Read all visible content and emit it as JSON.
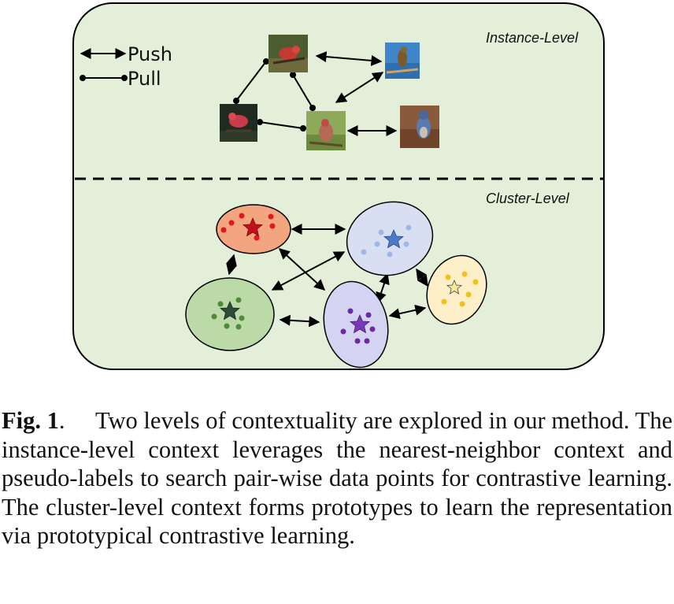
{
  "diagram": {
    "levels": {
      "instance": "Instance-Level",
      "cluster": "Cluster-Level"
    },
    "legend": {
      "push": "Push",
      "pull": "Pull"
    },
    "colors": {
      "panel_fill": "#e3efd8",
      "red_cluster": "#f2a57f",
      "blue_cluster": "#d9dff3",
      "yellow_cluster": "#fdefc8",
      "green_cluster": "#bcd9a8",
      "purple_cluster": "#d5d3f2"
    }
  },
  "caption": {
    "label": "Fig. 1",
    "text": ".     Two levels of contextuality are explored in our method. The instance-level context leverages the nearest-neighbor context and pseudo-labels to search pair-wise data points for contrastive learning. The cluster-level context forms prototypes to learn the representation via prototypical contrastive learning."
  }
}
